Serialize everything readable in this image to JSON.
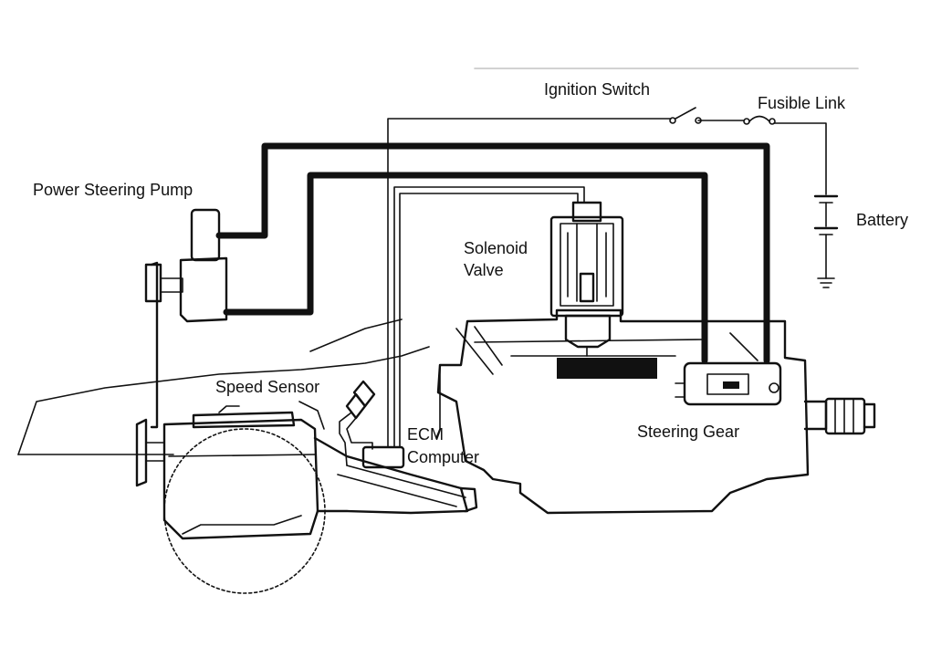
{
  "labels": {
    "ignition_switch": "Ignition Switch",
    "fusible_link": "Fusible Link",
    "power_steering_pump": "Power Steering Pump",
    "battery": "Battery",
    "solenoid_valve_line1": "Solenoid",
    "solenoid_valve_line2": "Valve",
    "speed_sensor": "Speed Sensor",
    "ecm_line1": "ECM",
    "ecm_line2": "Computer",
    "steering_gear": "Steering Gear"
  },
  "colors": {
    "ink": "#111111",
    "background": "#ffffff"
  }
}
